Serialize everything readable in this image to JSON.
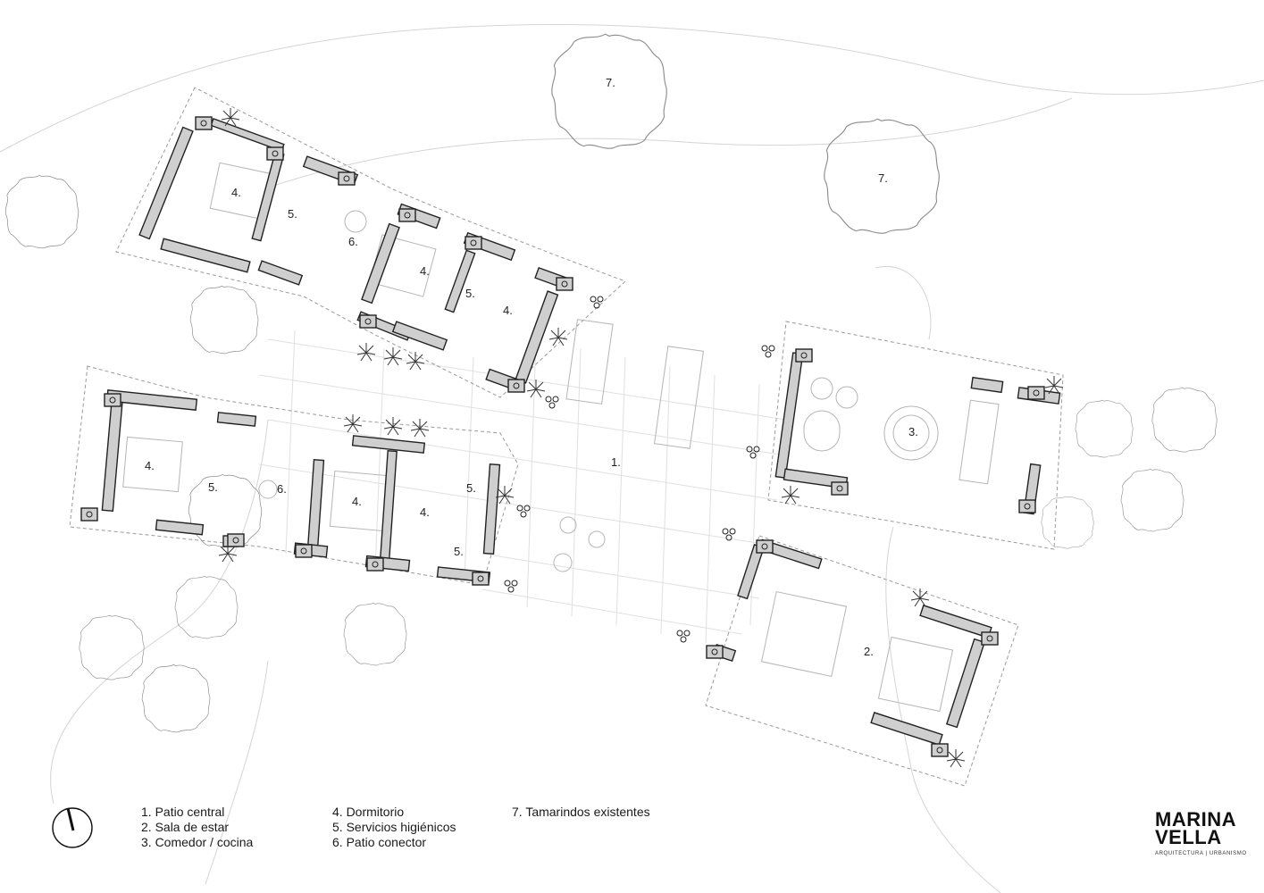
{
  "room_labels": {
    "patio_central": "1.",
    "sala": "2.",
    "comedor": "3.",
    "dorm_a": "4.",
    "dorm_b": "4.",
    "dorm_c": "4.",
    "dorm_d": "4.",
    "dorm_e": "4.",
    "dorm_f": "4.",
    "bano_a": "5.",
    "bano_b": "5.",
    "bano_c": "5.",
    "bano_d": "5.",
    "bano_e": "5.",
    "patio_conector_a": "6.",
    "patio_conector_b": "6.",
    "tamarindo_a": "7.",
    "tamarindo_b": "7."
  },
  "legend": {
    "col1": [
      "1. Patio central",
      "2. Sala de estar",
      "3. Comedor / cocina"
    ],
    "col2": [
      "4. Dormitorio",
      "5. Servicios higiénicos",
      "6. Patio conector"
    ],
    "col3": [
      "7. Tamarindos existentes"
    ]
  },
  "logo": {
    "line1": "MARINA",
    "line2": "VELLA",
    "tagline": "ARQUITECTURA | URBANISMO"
  },
  "colors": {
    "wall_fill": "#cfcfcf",
    "wall_stroke": "#222222",
    "thin_line": "#bbbbbb",
    "tree_line": "#888888"
  },
  "icons": {
    "north": "north-arrow-icon",
    "tree": "tree-icon"
  }
}
